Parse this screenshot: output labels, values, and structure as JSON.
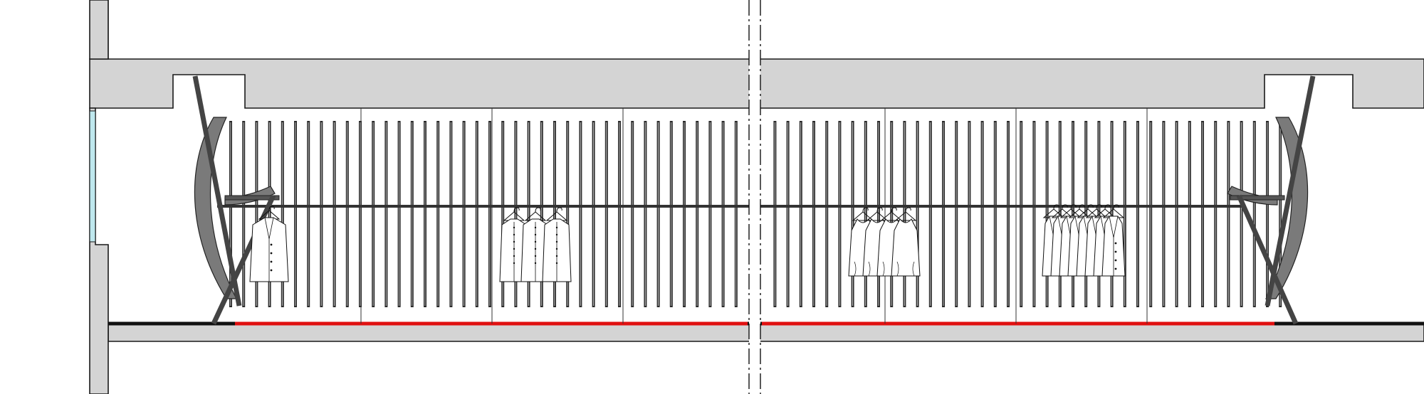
{
  "drawing": {
    "kind": "architectural elevation",
    "text_labels": [],
    "colors": {
      "background": "#ffffff",
      "concrete_fill": "#d4d4d4",
      "line": "#1a1a1a",
      "slat": "#2b2b2b",
      "bracket": "#7a7a7a",
      "floor_strip": "#e01010",
      "glass": "#bfe8ee",
      "hanging_rail": "#333333"
    },
    "garment_groups": [
      {
        "name": "jacket",
        "count": 1
      },
      {
        "name": "shirts",
        "count": 3
      },
      {
        "name": "tank-tops",
        "count": 4
      },
      {
        "name": "suit-jackets",
        "count": 8
      }
    ],
    "brackets": [
      {
        "name": "left-curved-bracket",
        "side": "left"
      },
      {
        "name": "right-curved-bracket",
        "side": "right"
      }
    ]
  }
}
